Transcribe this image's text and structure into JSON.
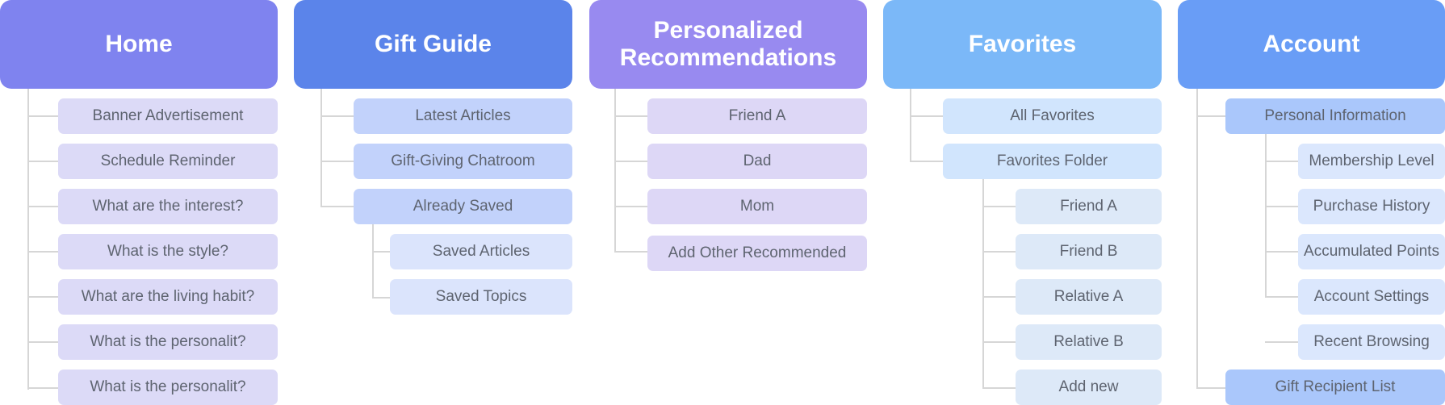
{
  "columns": [
    {
      "id": "home",
      "title": "Home",
      "items": [
        "Banner Advertisement",
        "Schedule Reminder",
        "What are the interest?",
        "What is the style?",
        "What are the living habit?",
        "What is the personalit?",
        "What is the personalit?"
      ]
    },
    {
      "id": "gift-guide",
      "title": "Gift Guide",
      "items": [
        "Latest Articles",
        "Gift-Giving Chatroom",
        "Already Saved"
      ],
      "sub_items": [
        "Saved Articles",
        "Saved Topics"
      ]
    },
    {
      "id": "recommendations",
      "title": "Personalized\nRecommendations",
      "items": [
        "Friend A",
        "Dad",
        "Mom",
        "Add Other Recommended"
      ]
    },
    {
      "id": "favorites",
      "title": "Favorites",
      "items": [
        "All Favorites",
        "Favorites Folder"
      ],
      "sub_items": [
        "Friend A",
        "Friend B",
        "Relative A",
        "Relative B",
        "Add new"
      ]
    },
    {
      "id": "account",
      "title": "Account",
      "items": [
        "Personal Information",
        "Gift Recipient List"
      ],
      "sub_items": [
        "Membership Level",
        "Purchase History",
        "Accumulated Points",
        "Account Settings",
        "Recent Browsing"
      ]
    }
  ],
  "colors": {
    "home_header": "#7f83ef",
    "home_item": "#dcdaf7",
    "gift_header": "#5b84ea",
    "gift_item": "#c2d2fb",
    "gift_sub_item": "#dbe4fc",
    "rec_header": "#988af0",
    "rec_item": "#ddd7f6",
    "fav_header": "#7bb8f8",
    "fav_item": "#d1e5fd",
    "fav_sub_item": "#dde9f8",
    "acc_header": "#699df6",
    "acc_item": "#aac7fb",
    "acc_sub_item": "#dbe7fd",
    "connector": "#d6d6d6"
  }
}
